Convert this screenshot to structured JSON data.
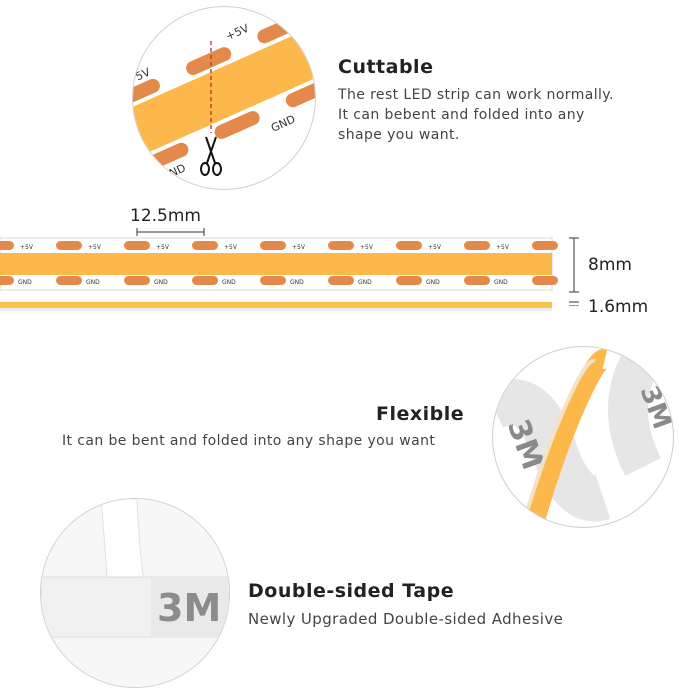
{
  "features": {
    "cuttable": {
      "title": "Cuttable",
      "lines": [
        "The rest LED strip can work normally.",
        "It can bebent and folded into any",
        "shape you want."
      ]
    },
    "flexible": {
      "title": "Flexible",
      "description": "It can be bent and folded into any shape you want"
    },
    "tape": {
      "title": "Double-sided Tape",
      "description": "Newly Upgraded Double-sided Adhesive"
    }
  },
  "strip": {
    "segment_length": "12.5mm",
    "width": "8mm",
    "thickness": "1.6mm",
    "pad_plus": "+5V",
    "pad_gnd": "GND"
  },
  "tape_brand": "3M",
  "colors": {
    "led": "#fcb84a",
    "pad": "#e3894a",
    "pcb": "#ffffff",
    "outline": "#cfcfcf"
  },
  "icons": [
    "scissors-icon"
  ]
}
